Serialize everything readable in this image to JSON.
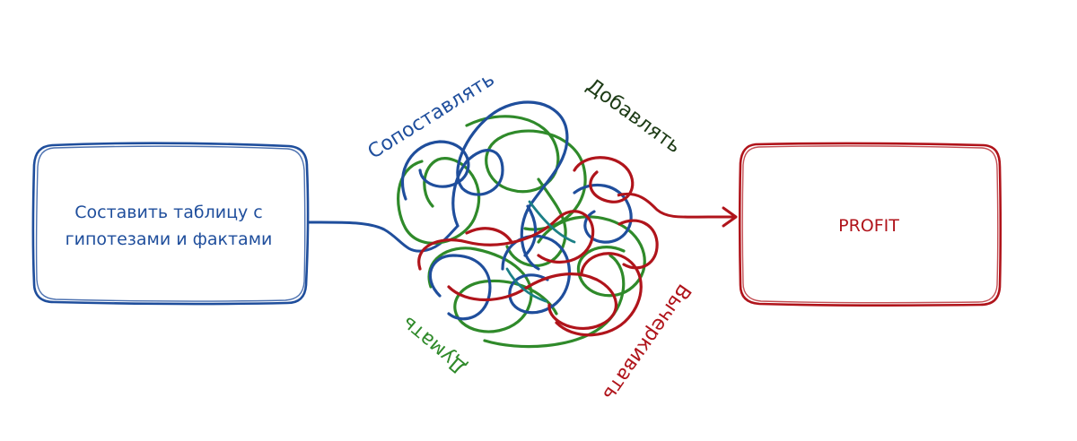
{
  "left_box": {
    "line1": "Составить таблицу с",
    "line2": "гипотезами и фактами"
  },
  "right_box": {
    "text": "PROFIT"
  },
  "labels": {
    "compare": "Сопоставлять",
    "add": "Добавлять",
    "think": "Думать",
    "cross_out": "Вычеркивать"
  },
  "colors": {
    "blue": "#1f4e9c",
    "red": "#b0141b",
    "green": "#2f8a2a",
    "dark_green": "#1d3b16",
    "teal": "#1b7f86"
  }
}
